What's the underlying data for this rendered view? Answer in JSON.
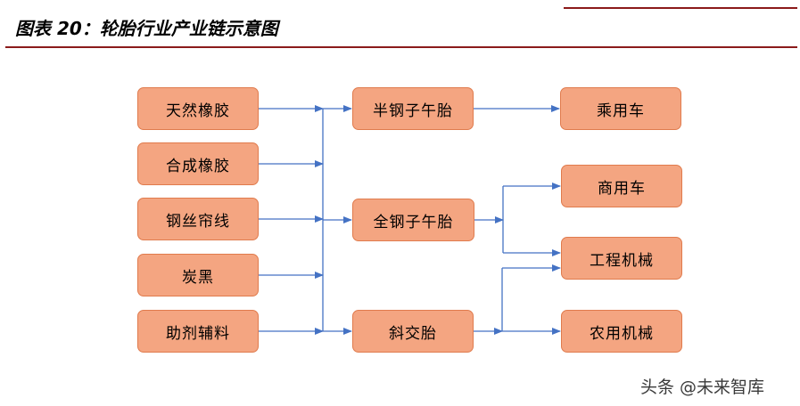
{
  "header": {
    "title": "图表 20：轮胎行业产业链示意图"
  },
  "diagram": {
    "inputs": [
      "天然橡胶",
      "合成橡胶",
      "钢丝帘线",
      "炭黑",
      "助剂辅料"
    ],
    "products": [
      "半钢子午胎",
      "全钢子午胎",
      "斜交胎"
    ],
    "applications": [
      "乘用车",
      "商用车",
      "工程机械",
      "农用机械"
    ]
  },
  "footer": {
    "watermark": "头条 @未来智库"
  },
  "colors": {
    "node_fill": "#f4a581",
    "node_border": "#e07b4d",
    "arrow": "#4472c4",
    "header_rule": "#8b1a1a"
  }
}
